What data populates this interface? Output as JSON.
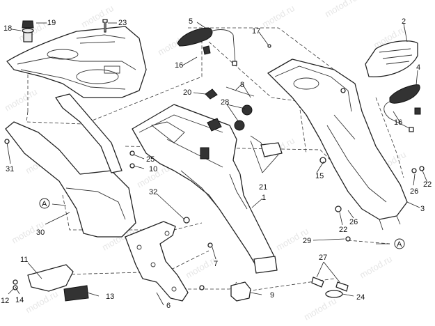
{
  "watermark": "motod.ru",
  "callouts": {
    "c1": "1",
    "c2": "2",
    "c3": "3",
    "c4": "4",
    "c5": "5",
    "c6": "6",
    "c7": "7",
    "c8": "8",
    "c9": "9",
    "c10": "10",
    "c11": "11",
    "c12": "12",
    "c13": "13",
    "c14": "14",
    "c15": "15",
    "c16a": "16",
    "c16b": "16",
    "c17": "17",
    "c18": "18",
    "c19": "19",
    "c20": "20",
    "c21": "21",
    "c22a": "22",
    "c22b": "22",
    "c23": "23",
    "c24": "24",
    "c25": "25",
    "c26a": "26",
    "c26b": "26",
    "c27": "27",
    "c28": "28",
    "c29": "29",
    "c30": "30",
    "c31": "31",
    "c32": "32"
  },
  "ref_markers": {
    "a1": "A",
    "a2": "A"
  }
}
